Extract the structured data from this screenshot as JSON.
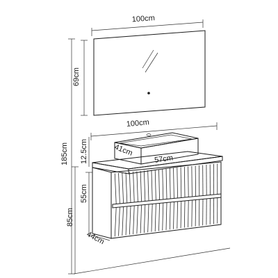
{
  "dimensions": {
    "mirror_width": "100cm",
    "mirror_height": "69cm",
    "total_height": "185cm",
    "cabinet_width": "100cm",
    "basin_height": "12.5cm",
    "basin_depth": "41cm",
    "basin_width": "57cm",
    "cabinet_height": "55cm",
    "floor_to_top_height": "85cm",
    "cabinet_depth": "44cm"
  },
  "colors": {
    "line": "#1a1a1a",
    "background": "#ffffff"
  },
  "icons": {
    "mirror_reflection": "mirror-glare-icon",
    "mirror_light": "light-dot-icon"
  }
}
